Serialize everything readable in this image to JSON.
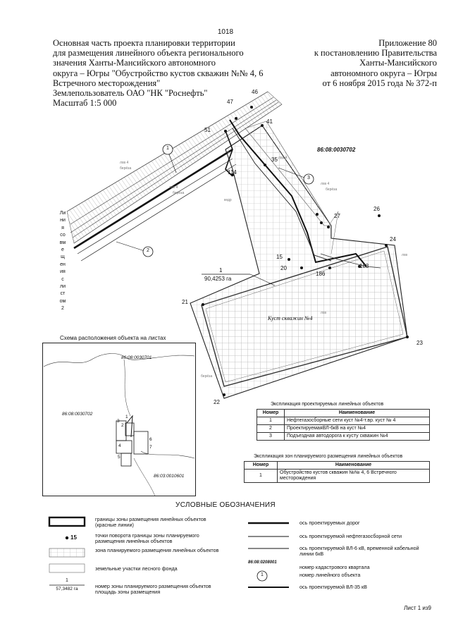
{
  "page_number": "1018",
  "title_left": [
    "Основная часть проекта планировки территории",
    "для размещения линейного объекта регионального",
    "значения Ханты-Мансийского автономного",
    "округа – Югры \"Обустройство кустов скважин №№ 4, 6",
    "Встречного месторождения\"",
    "Землепользователь ОАО \"НК \"Роснефть\"",
    "Масштаб 1:5 000"
  ],
  "title_right": [
    "Приложение 80",
    "к постановлению Правительства",
    "Ханты-Мансийского",
    "автономного округа – Югры",
    "от 6 ноября 2015 года № 372-п"
  ],
  "map": {
    "cadastral_block": "86:08:0030702",
    "pad_label": "Куст скважин №4",
    "zone_label": "1",
    "zone_area": "90,4253 га",
    "vertical_label": [
      "Ли",
      "ни",
      "я",
      "со",
      "вм",
      "е",
      "щ",
      "ен",
      "ия",
      "с",
      "ли",
      "ст",
      "ом",
      "2"
    ],
    "points": [
      "46",
      "47",
      "51",
      "41",
      "114",
      "35",
      "27",
      "26",
      "24",
      "15",
      "20",
      "186",
      "183",
      "21",
      "23",
      "22"
    ],
    "object_markers": [
      "1",
      "2",
      "3"
    ]
  },
  "schema": {
    "title": "Схема расположения объекта на листах",
    "labels": [
      "86:08:0030701",
      "86:08:0030702",
      "86:03:0010601"
    ],
    "sheet_numbers": [
      "1",
      "2",
      "3",
      "4",
      "5",
      "6",
      "7"
    ]
  },
  "explication_objects": {
    "caption": "Экспликация проектируемых линейных объектов",
    "headers": [
      "Номер",
      "Наименование"
    ],
    "rows": [
      [
        "1",
        "Нефтегазосборные сети куст №4-т.вр. куст № 4"
      ],
      [
        "2",
        "ПроектируемаяВЛ-6кВ на куст №4"
      ],
      [
        "3",
        "Подъездная автодорога к кусту скважин №4"
      ]
    ]
  },
  "explication_zones": {
    "caption": "Экспликация зон планируемого размещения линейных объектов",
    "headers": [
      "Номер",
      "Наименование"
    ],
    "rows": [
      [
        "1",
        "Обустройство кустов скважин №№ 4, 6 Встречного месторождения"
      ]
    ]
  },
  "legend": {
    "title": "УСЛОВНЫЕ ОБОЗНАЧЕНИЯ",
    "left": [
      {
        "text": "границы зоны размещения линейных объектов (красные линии)"
      },
      {
        "text": "точки поворота границы зоны планируемого размещения линейных объектов",
        "symbol": "15"
      },
      {
        "text": "зона планируемого размещения линейных объектов"
      },
      {
        "text": "земельные участки лесного фонда"
      },
      {
        "text": "номер зоны планируемого размещения объектов площадь зоны размещения",
        "symbol_top": "1",
        "symbol_bottom": "57,3482 га"
      }
    ],
    "right": [
      {
        "text": "ось проектируемых дорог"
      },
      {
        "text": "ось проектируемой нефтегазосборной сети"
      },
      {
        "text": "ось проектируемой ВЛ-6 кВ, временной кабельной линии 6кВ"
      },
      {
        "text": "номер кадастрового квартала",
        "symbol": "86:08:0208001"
      },
      {
        "text": "номер линейного объекта",
        "symbol": "1"
      },
      {
        "text": "ось проектируемой ВЛ-35 кВ"
      }
    ]
  },
  "sheet_label": "Лист 1 из9",
  "colors": {
    "ink": "#111111",
    "hatch": "#888888",
    "grid": "#b0b0b0"
  }
}
